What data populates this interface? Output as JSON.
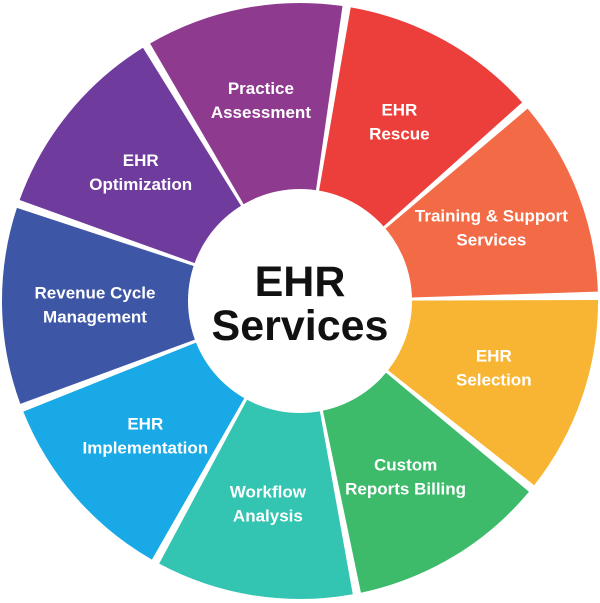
{
  "center": {
    "line1": "EHR",
    "line2": "Services"
  },
  "segments": [
    {
      "lines": [
        "Practice",
        "Assessment"
      ],
      "color": "#8e3a8f"
    },
    {
      "lines": [
        "EHR",
        "Rescue"
      ],
      "color": "#ec3f3b"
    },
    {
      "lines": [
        "Training & Support",
        "Services"
      ],
      "color": "#f36a46"
    },
    {
      "lines": [
        "EHR",
        "Selection"
      ],
      "color": "#f8b533"
    },
    {
      "lines": [
        "Custom",
        "Reports Billing"
      ],
      "color": "#3dbb6b"
    },
    {
      "lines": [
        "Workflow",
        "Analysis"
      ],
      "color": "#33c4b2"
    },
    {
      "lines": [
        "EHR",
        "Implementation"
      ],
      "color": "#18a9e6"
    },
    {
      "lines": [
        "Revenue Cycle",
        "Management"
      ],
      "color": "#3d56a6"
    },
    {
      "lines": [
        "EHR",
        "Optimization"
      ],
      "color": "#6f3c9e"
    }
  ]
}
